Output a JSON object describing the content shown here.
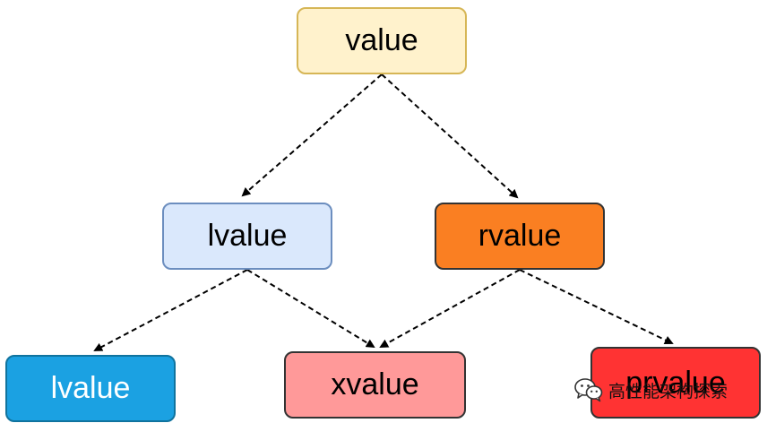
{
  "diagram": {
    "nodes": {
      "value": {
        "label": "value",
        "fill": "#fff2cc",
        "border": "#d6b656"
      },
      "lvalue": {
        "label": "lvalue",
        "fill": "#dae8fc",
        "border": "#6c8ebf"
      },
      "rvalue": {
        "label": "rvalue",
        "fill": "#fa7f22",
        "border": "#333333"
      },
      "glvalue": {
        "label": "lvalue",
        "fill": "#1ba1e2",
        "border": "#10739e"
      },
      "xvalue": {
        "label": "xvalue",
        "fill": "#ff9999",
        "border": "#333333"
      },
      "prvalue": {
        "label": "prvalue",
        "fill": "#ff3333",
        "border": "#333333"
      }
    },
    "edges": [
      {
        "from": "value",
        "to": "lvalue",
        "style": "dashed"
      },
      {
        "from": "value",
        "to": "rvalue",
        "style": "dashed"
      },
      {
        "from": "lvalue",
        "to": "glvalue",
        "style": "dashed"
      },
      {
        "from": "lvalue",
        "to": "xvalue",
        "style": "dashed"
      },
      {
        "from": "rvalue",
        "to": "xvalue",
        "style": "dashed"
      },
      {
        "from": "rvalue",
        "to": "prvalue",
        "style": "dashed"
      }
    ]
  },
  "watermark": {
    "text": "高性能架构探索",
    "icon": "wechat-icon"
  }
}
